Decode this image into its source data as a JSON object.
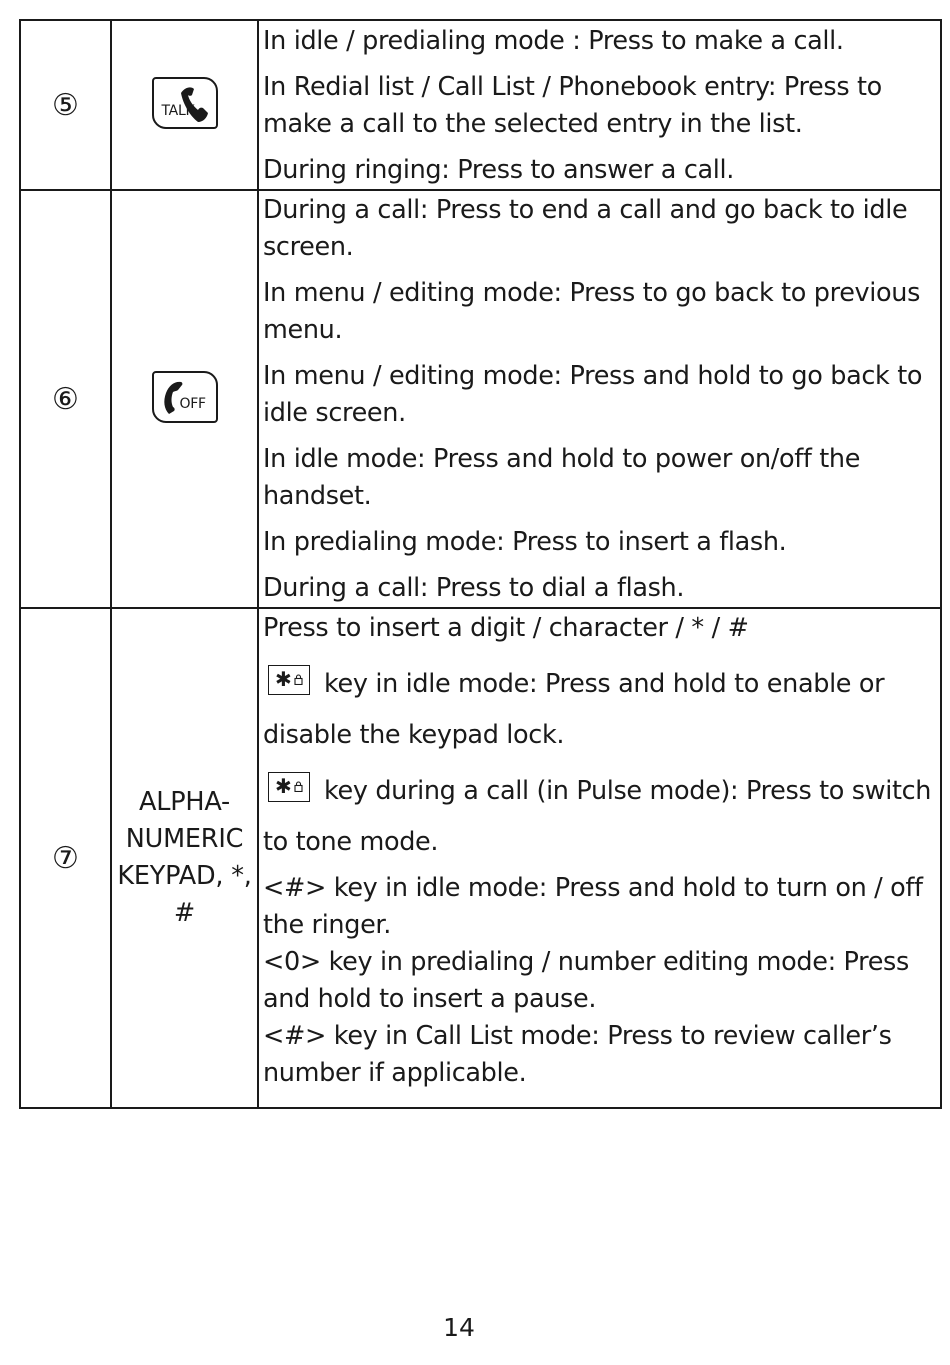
{
  "rows": [
    {
      "number": "⑤",
      "key_icon": "talk-phone-icon",
      "key_text": "TALK",
      "descriptions": [
        "In idle / predialing mode : Press to make a call.",
        "In Redial list / Call List / Phonebook entry:  Press to make a call to the selected entry in the list.",
        "During ringing: Press to answer a call."
      ]
    },
    {
      "number": "⑥",
      "key_icon": "off-phone-icon",
      "key_text": "OFF",
      "descriptions": [
        "During a call: Press to end a call and go back to idle screen.",
        "In menu / editing mode: Press to go back to previous menu.",
        "In menu / editing mode: Press and hold to go back to idle screen.",
        "In idle mode: Press and hold to power on/off the handset.",
        "In predialing mode: Press to insert a flash.",
        "During a call: Press to dial a flash."
      ]
    },
    {
      "number": "⑦",
      "key_label_lines": [
        "ALPHA-",
        "NUMERIC",
        "KEYPAD, *,",
        "#"
      ],
      "key_icon": "star-lock-key-icon",
      "star_glyph": "✱",
      "descriptions": [
        "Press to insert a digit / character / * / #",
        {
          "first": "key in idle mode: Press and hold to enable or",
          "rest": "disable the keypad lock."
        },
        {
          "first": "key during a call (in Pulse mode): Press to switch",
          "rest": "to tone mode."
        },
        "<#> key in idle mode: Press and hold to turn on / off the ringer.",
        "<0> key in predialing / number editing mode: Press and hold to insert a pause.",
        "<#> key in Call List mode: Press to review caller’s num­ber if applicable."
      ]
    }
  ],
  "page_number": "14"
}
